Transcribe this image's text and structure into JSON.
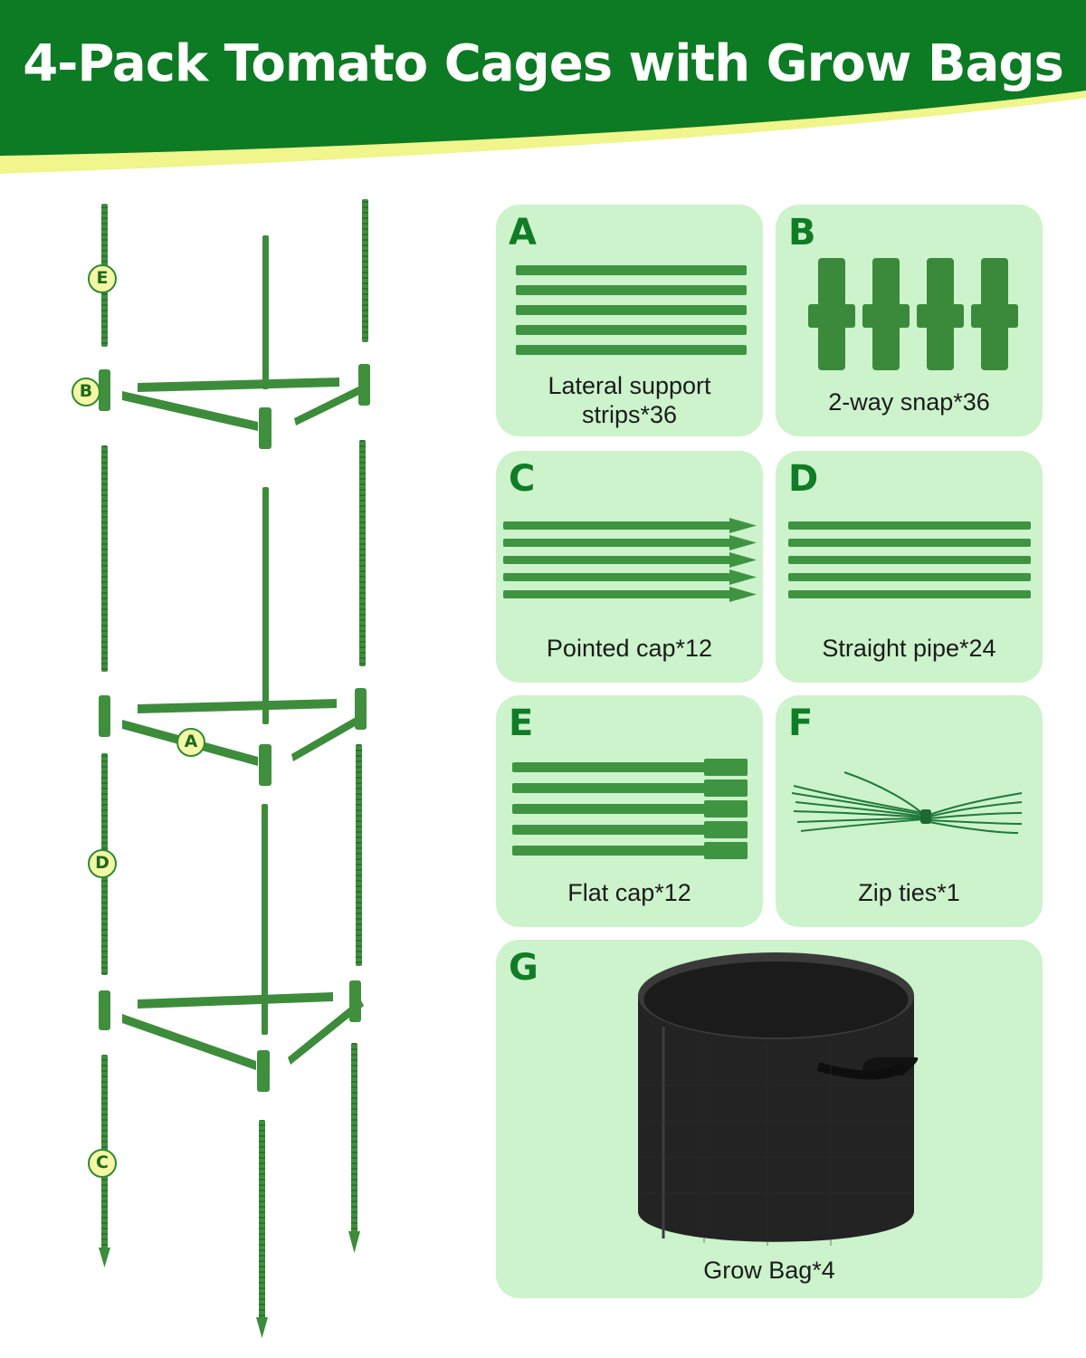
{
  "header": {
    "title": "4-Pack Tomato Cages with Grow Bags",
    "bg_color": "#0d7a24",
    "accent_color": "#eef57a"
  },
  "diagram": {
    "markers": {
      "a": "A",
      "b": "B",
      "c": "C",
      "d": "D",
      "e": "E"
    }
  },
  "parts": {
    "a": {
      "letter": "A",
      "label": "Lateral support\nstrips*36"
    },
    "b": {
      "letter": "B",
      "label": "2-way snap*36"
    },
    "c": {
      "letter": "C",
      "label": "Pointed cap*12"
    },
    "d": {
      "letter": "D",
      "label": "Straight pipe*24"
    },
    "e": {
      "letter": "E",
      "label": "Flat cap*12"
    },
    "f": {
      "letter": "F",
      "label": "Zip ties*1"
    },
    "g": {
      "letter": "G",
      "label": "Grow Bag*4"
    }
  },
  "colors": {
    "card_bg": "#ccf3cb",
    "stake_green": "#3d8c3b",
    "stake_dark": "#2c6b2b",
    "bag_black": "#222222"
  }
}
